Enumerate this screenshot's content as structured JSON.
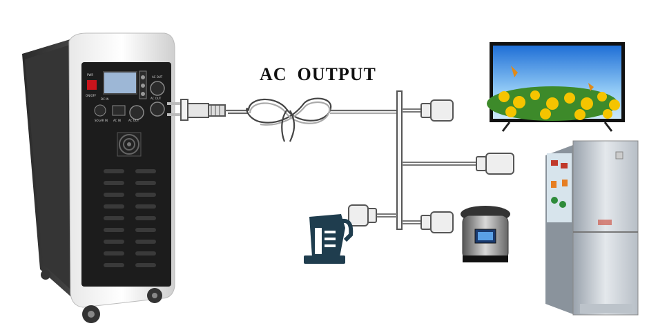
{
  "diagram": {
    "title": "AC  OUTPUT",
    "power_station": {
      "panel_labels": [
        "PWR",
        "ON/OFF",
        "AC OUT",
        "AC OUT",
        "AC OUT",
        "AC IN",
        "DC IN",
        "SOLAR IN"
      ]
    },
    "appliances": [
      {
        "name": "tv-icon"
      },
      {
        "name": "refrigerator-icon"
      },
      {
        "name": "kettle-icon"
      },
      {
        "name": "pressure-cooker-icon"
      }
    ]
  }
}
